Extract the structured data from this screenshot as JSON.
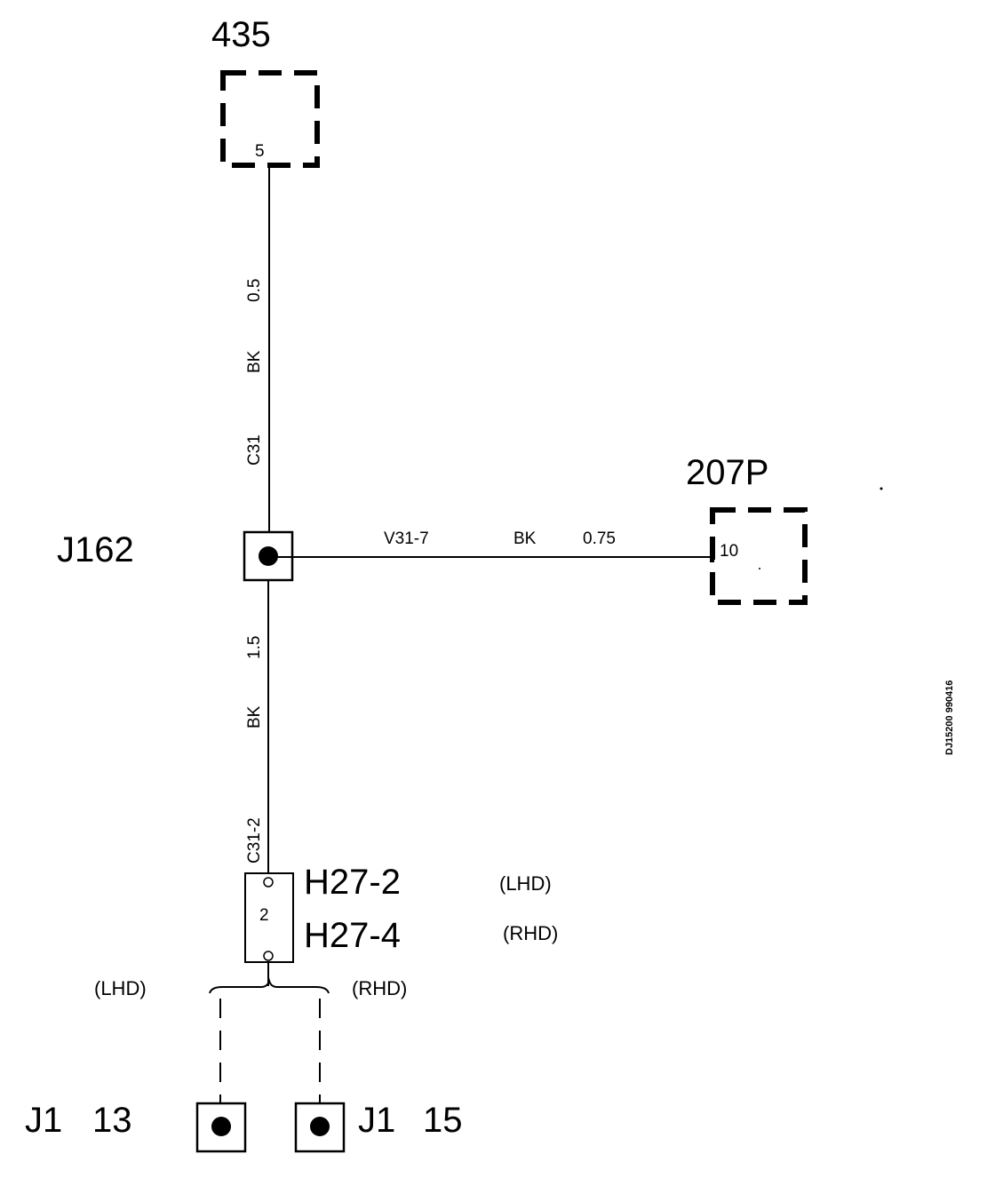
{
  "components": {
    "c435": {
      "id": "435",
      "pin": "5"
    },
    "c207p": {
      "id": "207P",
      "pin": "10"
    },
    "j162": {
      "id": "J162"
    },
    "h27": {
      "id_lhd": "H27-2",
      "id_rhd": "H27-4",
      "pin": "2",
      "lhd": "(LHD)",
      "rhd": "(RHD)"
    },
    "j1_13": {
      "id": "J1",
      "pin": "13"
    },
    "j1_15": {
      "id": "J1",
      "pin": "15"
    }
  },
  "wires": {
    "upper": {
      "code": "C31",
      "color": "BK",
      "gauge": "0.5"
    },
    "branch": {
      "code": "V31-7",
      "color": "BK",
      "gauge": "0.75"
    },
    "lower": {
      "code": "C31-2",
      "color": "BK",
      "gauge": "1.5"
    }
  },
  "split": {
    "left": "(LHD)",
    "right": "(RHD)"
  },
  "reference_code": "DJ15200 990416"
}
